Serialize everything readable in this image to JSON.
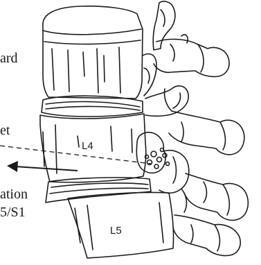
{
  "labels": {
    "ard": "ard",
    "et": "et",
    "l4": "L4",
    "ation": "ation",
    "l5_s1": "5/S1",
    "l5": "L5"
  },
  "colors": {
    "ink": "#1a1a1a",
    "background": "#ffffff"
  }
}
